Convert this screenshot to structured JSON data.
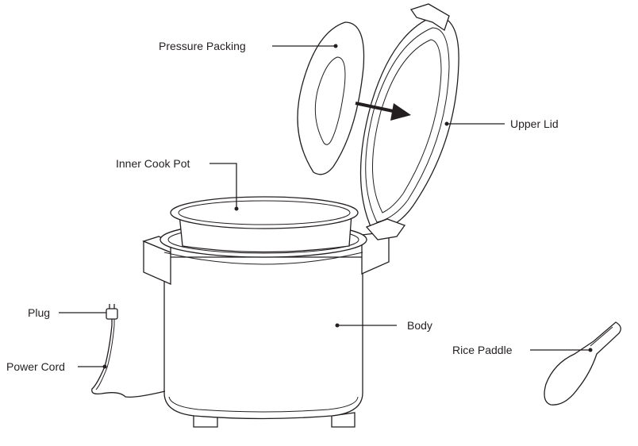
{
  "labels": {
    "pressure_packing": "Pressure Packing",
    "upper_lid": "Upper Lid",
    "inner_cook_pot": "Inner Cook Pot",
    "plug": "Plug",
    "body": "Body",
    "power_cord": "Power Cord",
    "rice_paddle": "Rice Paddle"
  }
}
